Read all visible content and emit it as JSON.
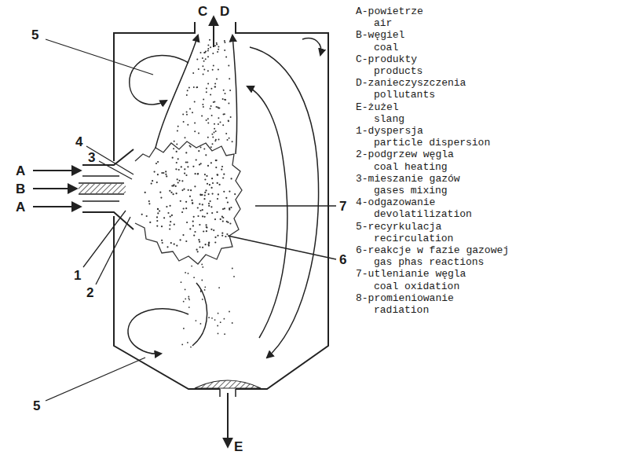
{
  "diagram": {
    "labels": [
      "5",
      "4",
      "3",
      "A",
      "B",
      "A",
      "1",
      "2",
      "5",
      "C",
      "D",
      "E",
      "7",
      "6",
      "A-powietrze",
      "air",
      "B-węgiel",
      "coal",
      "C-produkty",
      "products",
      "D-zanieczyszczenia",
      "pollutants",
      "E-żużel",
      "slang",
      "1-dyspersja",
      "particle dispersion",
      "2-podgrzew węgla",
      "coal heating",
      "3-mieszanie gazów",
      "gases mixing",
      "4-odgazowanie",
      "devolatilization",
      "5-recyrkulacja",
      "recirculation",
      "6-reakcje w fazie gazowej",
      "gas phas reactions",
      "7-utlenianie węgla",
      "coal oxidation",
      "8-promieniowanie",
      "radiation"
    ]
  }
}
